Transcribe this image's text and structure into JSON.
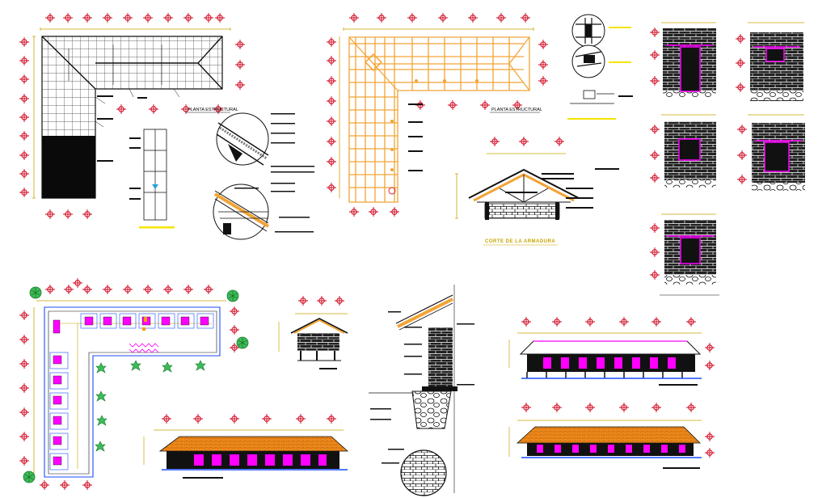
{
  "drawing": {
    "roof_plan_1_title": "PLANTA ESTRUCTURAL",
    "roof_plan_2_title": "PLANTA ESTRUCTURAL",
    "roof_section_title": "CORTE DE LA ARMADURA"
  },
  "colors": {
    "axis_marker": "#d0001a",
    "dimension": "#c9a400",
    "roof_timber": "#f2a436",
    "roof_tile": "#e97b12",
    "window": "#ff00ff",
    "door_blue": "#1a4bff",
    "tree": "#2db14a",
    "masonry": "#111111"
  },
  "icons": {
    "axis_marker": "crosshair-diamond-icon",
    "tree": "tree-symbol-icon",
    "detail_bubble": "detail-callout-icon"
  }
}
